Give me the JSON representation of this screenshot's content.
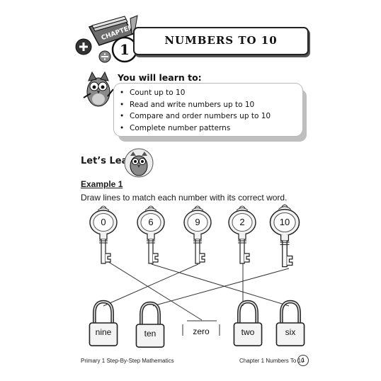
{
  "header": {
    "chapter_word": "CHAPTER",
    "chapter_number": "1",
    "title": "NUMBERS TO 10"
  },
  "learn": {
    "heading": "You will learn to:",
    "objectives": [
      "Count up to 10",
      "Read and write numbers up to 10",
      "Compare and order numbers up to 10",
      "Complete number patterns"
    ],
    "bullet": "•"
  },
  "lets_learn": "Let’s Learn",
  "example": {
    "title": "Example 1",
    "instruction": "Draw lines to match each number with its correct word.",
    "keys": [
      "0",
      "6",
      "9",
      "2",
      "10"
    ],
    "locks": [
      "nine",
      "ten",
      "zero",
      "two",
      "six"
    ]
  },
  "footer": {
    "left": "Primary 1 Step-By-Step Mathematics",
    "right": "Chapter 1 Numbers To 10",
    "page": "1"
  }
}
